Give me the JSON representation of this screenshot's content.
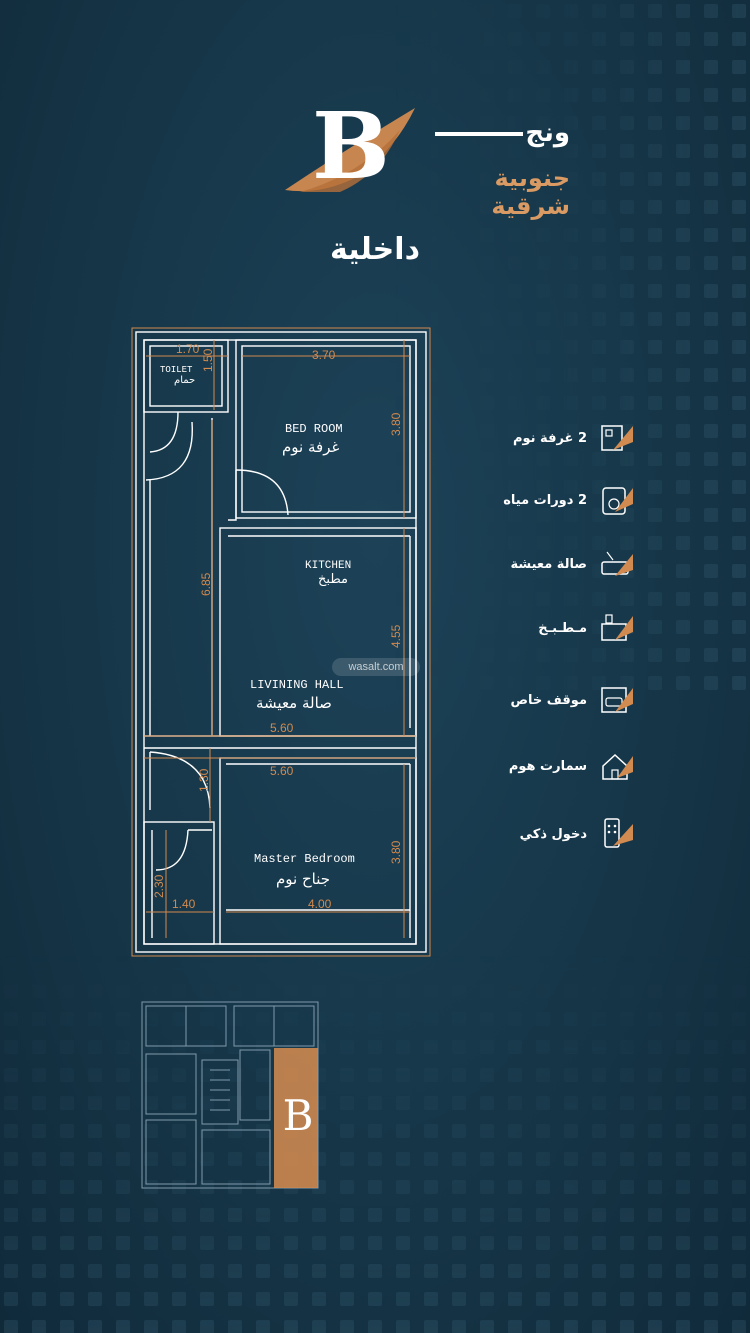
{
  "brand": {
    "letter": "B",
    "model_word": "ونج",
    "orientation": "جنوبية شرقية",
    "accent_color": "#d18a4f"
  },
  "subtitle": "داخلية",
  "plan": {
    "rooms": {
      "toilet_en": "TOILET",
      "toilet_ar": "حمام",
      "bedroom_en": "BED ROOM",
      "bedroom_ar": "غرفة نوم",
      "kitchen_en": "KITCHEN",
      "kitchen_ar": "مطبخ",
      "living_en": "LIVINING HALL",
      "living_ar": "صالة معيشة",
      "master_en": "Master Bedroom",
      "master_ar": "جناح نوم"
    },
    "dimensions": {
      "toilet_width": "1.70",
      "toilet_depth": "1.50",
      "bedroom_width": "3.70",
      "bedroom_depth": "3.80",
      "corridor_length": "6.85",
      "kitchen_depth": "4.55",
      "living_width": "5.60",
      "master_top_width": "5.60",
      "entry_depth": "1.30",
      "master_depth": "3.80",
      "master_width": "4.00",
      "bath2_depth": "2.30",
      "bath2_width": "1.40"
    },
    "line_color": "#ffffff",
    "dim_color": "#d18a4f"
  },
  "features": [
    {
      "label": "2 غرفة نوم",
      "icon": "bedroom-icon"
    },
    {
      "label": "2 دورات مياه",
      "icon": "bathroom-icon"
    },
    {
      "label": "صالة معيشة",
      "icon": "sofa-icon"
    },
    {
      "label": "مـطـبـخ",
      "icon": "kitchen-icon"
    },
    {
      "label": "موقف خاص",
      "icon": "parking-icon"
    },
    {
      "label": "سمارت هوم",
      "icon": "smart-home-icon"
    },
    {
      "label": "دخول ذكي",
      "icon": "smart-lock-icon"
    }
  ],
  "watermark": "wasalt.com",
  "keyplan": {
    "letter": "B"
  }
}
